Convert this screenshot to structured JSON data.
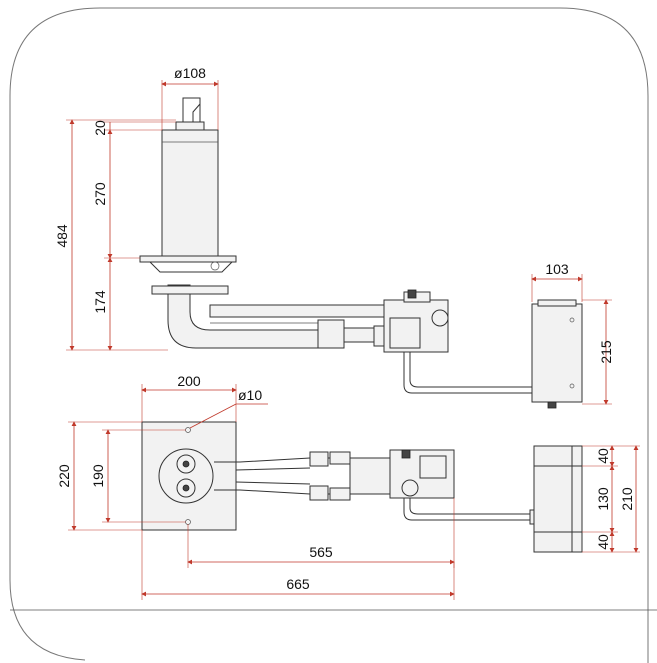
{
  "dimensions": {
    "side_view": {
      "pipe_diameter": "ø108",
      "cap_height": "20",
      "body_height": "270",
      "total_height": "484",
      "lower_height": "174",
      "controller_width": "103",
      "controller_height": "215"
    },
    "top_view": {
      "plate_width": "200",
      "hole_diameter": "ø10",
      "plate_depth": "220",
      "hole_spacing": "190",
      "hole_to_end": "565",
      "overall_length": "665",
      "bracket_top": "40",
      "bracket_middle": "130",
      "bracket_bottom": "40",
      "bracket_total": "210"
    }
  },
  "colors": {
    "dimension_line": "#c0392b",
    "outline": "#333333",
    "frame": "#777777"
  }
}
